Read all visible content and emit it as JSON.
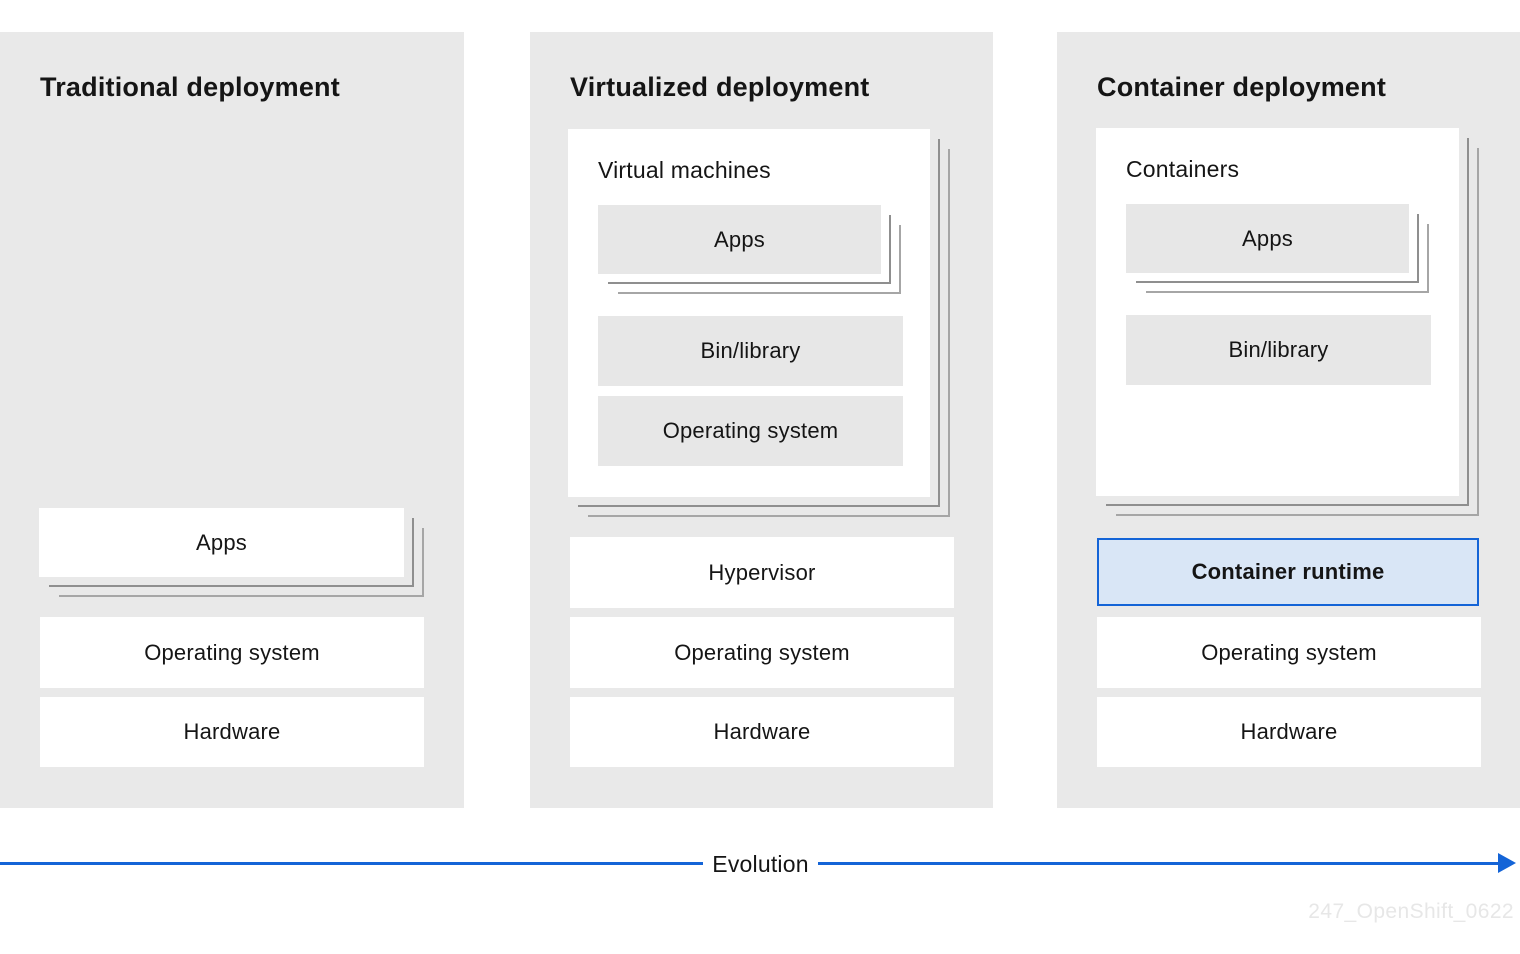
{
  "diagram": {
    "panels": [
      {
        "title": "Traditional deployment",
        "apps": "Apps",
        "operating_system": "Operating system",
        "hardware": "Hardware"
      },
      {
        "title": "Virtualized deployment",
        "group": "Virtual machines",
        "apps": "Apps",
        "bin_library": "Bin/library",
        "guest_operating_system": "Operating system",
        "hypervisor": "Hypervisor",
        "operating_system": "Operating system",
        "hardware": "Hardware"
      },
      {
        "title": "Container deployment",
        "group": "Containers",
        "apps": "Apps",
        "bin_library": "Bin/library",
        "container_runtime": "Container runtime",
        "operating_system": "Operating system",
        "hardware": "Hardware"
      }
    ],
    "evolution_label": "Evolution",
    "watermark": "247_OpenShift_0622",
    "colors": {
      "panel_background": "#e9e9e9",
      "box_white": "#ffffff",
      "box_gray": "#e7e7e7",
      "stack_outline_dark": "#8f8f8f",
      "stack_outline_light": "#a6a6a6",
      "accent_blue": "#1464d7",
      "runtime_fill": "#d9e6f6",
      "text": "#151515",
      "watermark_gray": "#e7e7e7"
    }
  }
}
